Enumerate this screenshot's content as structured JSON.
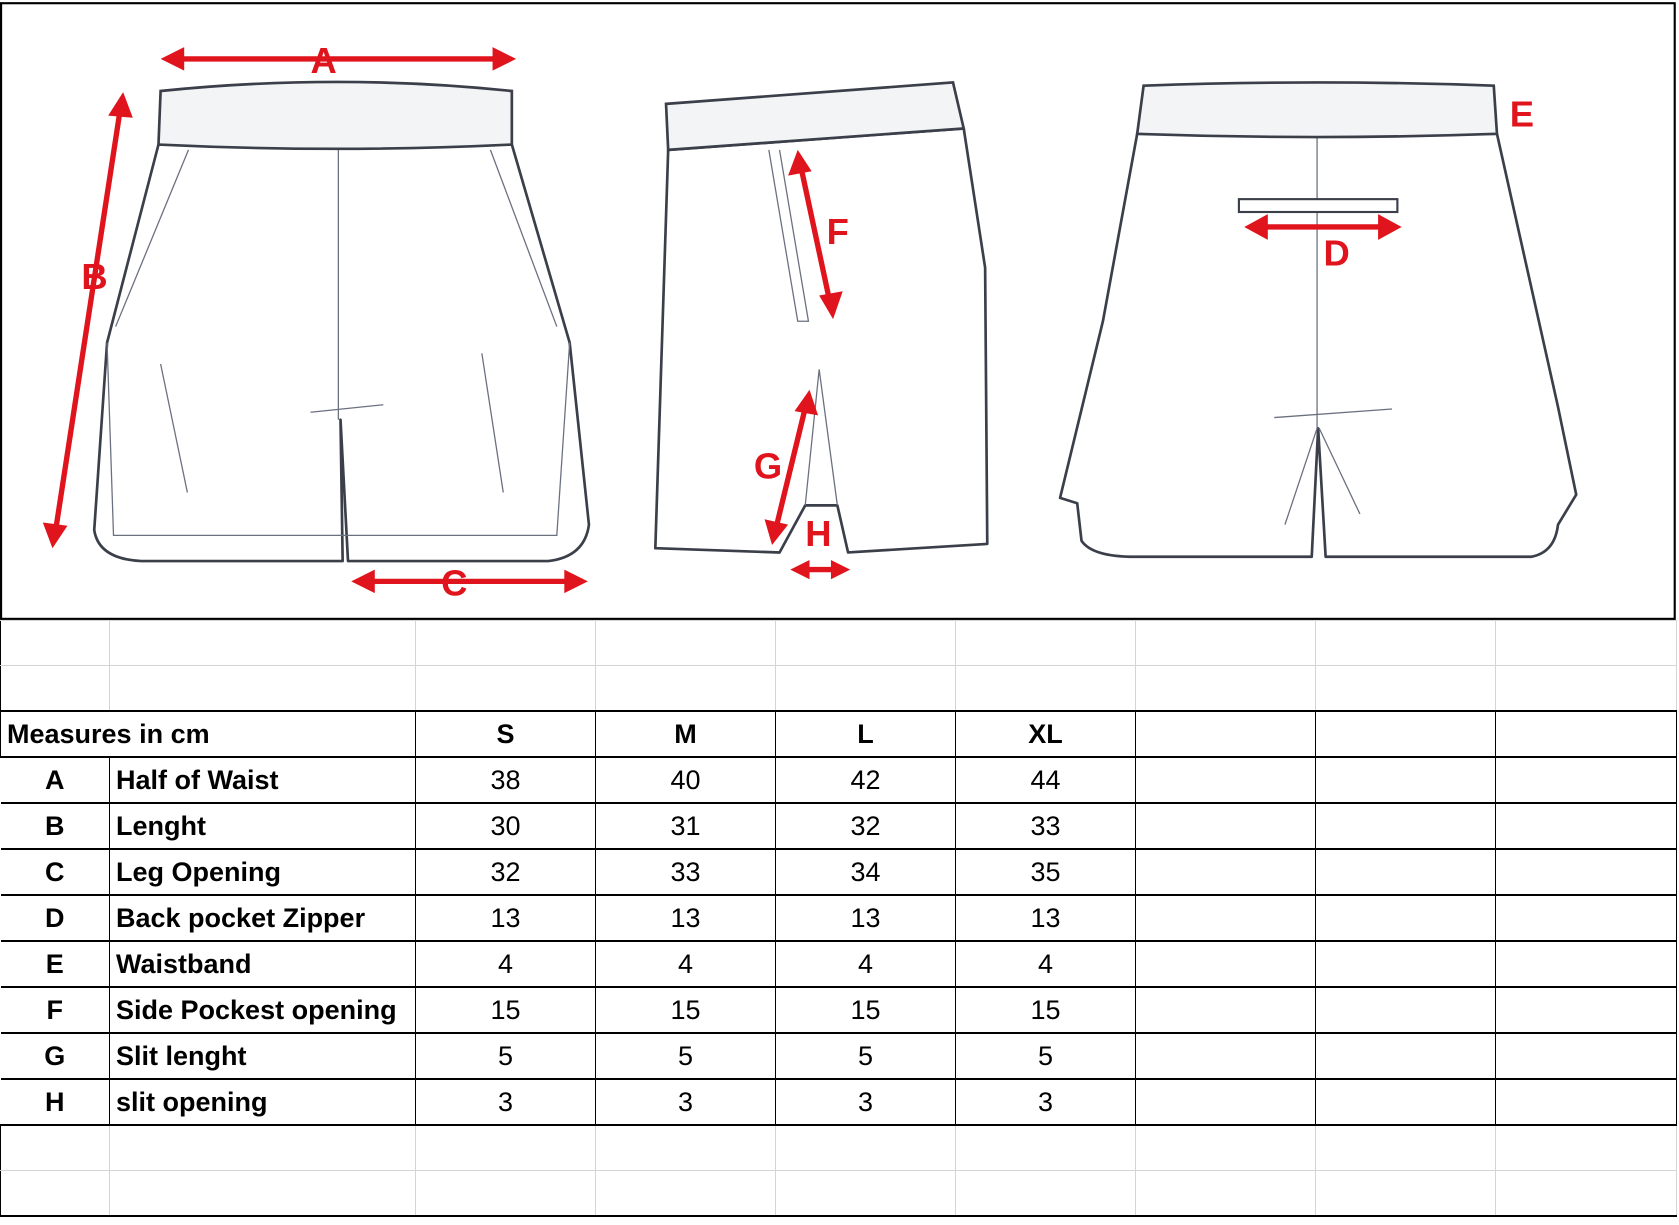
{
  "diagram": {
    "labels": {
      "A": "A",
      "B": "B",
      "C": "C",
      "D": "D",
      "E": "E",
      "F": "F",
      "G": "G",
      "H": "H"
    },
    "arrow_color": "#e0141c"
  },
  "table": {
    "header_label": "Measures in cm",
    "sizes": [
      "S",
      "M",
      "L",
      "XL"
    ],
    "rows": [
      {
        "code": "A",
        "name": "Half of Waist",
        "values": [
          "38",
          "40",
          "42",
          "44"
        ]
      },
      {
        "code": "B",
        "name": "Lenght",
        "values": [
          "30",
          "31",
          "32",
          "33"
        ]
      },
      {
        "code": "C",
        "name": "Leg Opening",
        "values": [
          "32",
          "33",
          "34",
          "35"
        ]
      },
      {
        "code": "D",
        "name": "Back pocket Zipper",
        "values": [
          "13",
          "13",
          "13",
          "13"
        ]
      },
      {
        "code": "E",
        "name": "Waistband",
        "values": [
          "4",
          "4",
          "4",
          "4"
        ]
      },
      {
        "code": "F",
        "name": "Side Pockest opening",
        "values": [
          "15",
          "15",
          "15",
          "15"
        ]
      },
      {
        "code": "G",
        "name": "Slit lenght",
        "values": [
          "5",
          "5",
          "5",
          "5"
        ]
      },
      {
        "code": "H",
        "name": "slit opening",
        "values": [
          "3",
          "3",
          "3",
          "3"
        ]
      }
    ]
  }
}
